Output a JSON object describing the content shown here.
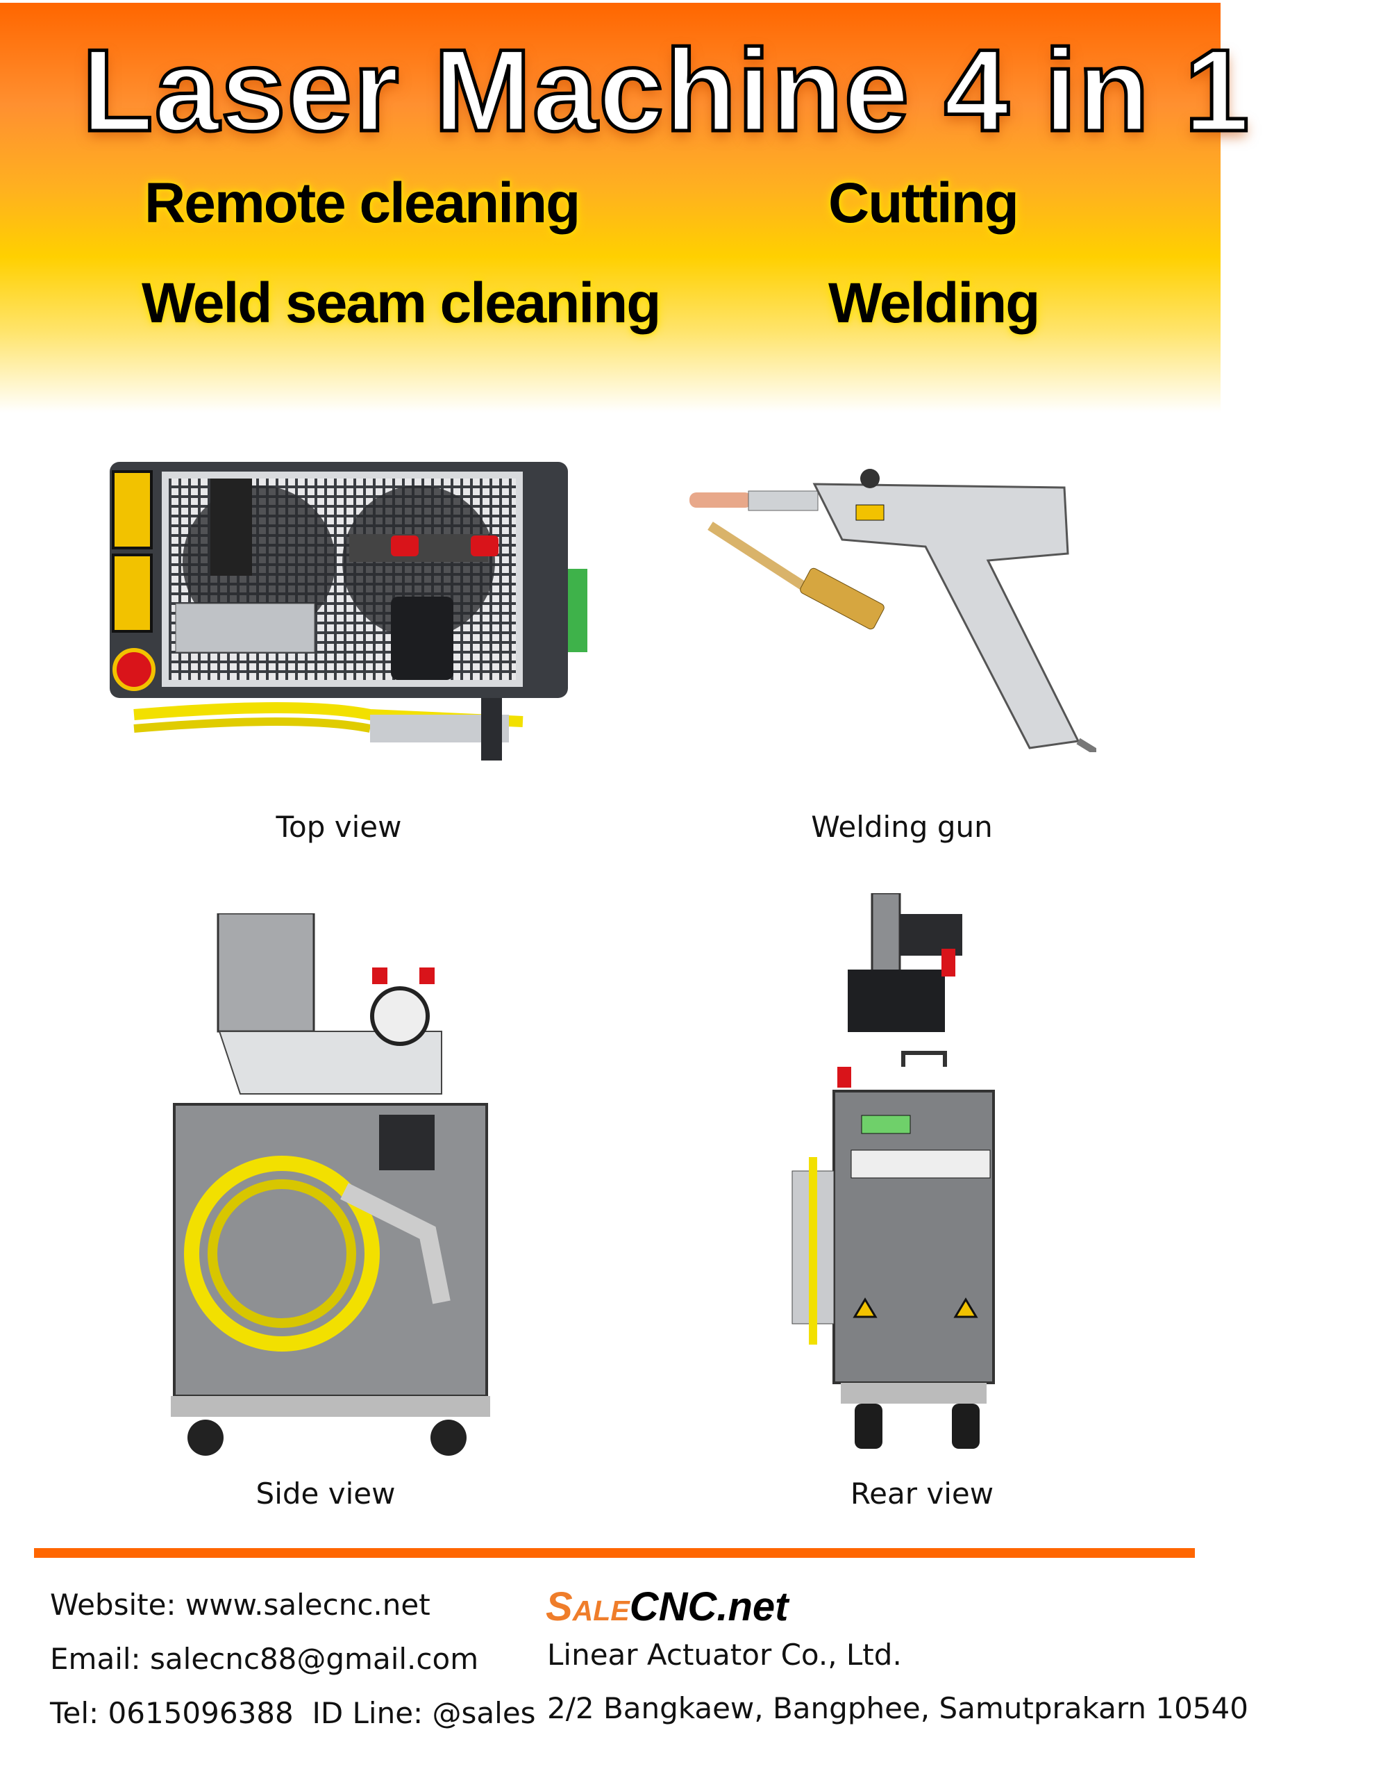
{
  "header": {
    "title": "Laser Machine 4 in 1",
    "features": [
      "Remote cleaning",
      "Cutting",
      "Weld seam cleaning",
      "Welding"
    ]
  },
  "views": {
    "top": "Top view",
    "gun": "Welding gun",
    "side": "Side view",
    "rear": "Rear view"
  },
  "footer": {
    "website": "Website: www.salecnc.net",
    "email": "Email: salecnc88@gmail.com",
    "tel": "Tel: 0615096388  ID Line: @sales",
    "logo_a": "Sale",
    "logo_b": "CNC.net",
    "company": "Linear Actuator Co., Ltd.",
    "address": "2/2 Bangkaew, Bangphee, Samutprakarn 10540"
  },
  "colors": {
    "accent": "#ff6600",
    "logo": "#ef7d2a",
    "cable": "#f2e000"
  }
}
